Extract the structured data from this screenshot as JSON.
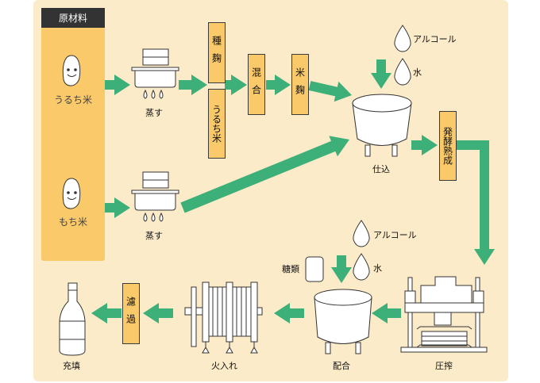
{
  "colors": {
    "panel": "#fcebc9",
    "box": "#f9c96a",
    "arrow": "#3daf78",
    "header": "#333333"
  },
  "raw_materials": {
    "header": "原材料",
    "items": [
      "うるち米",
      "もち米"
    ]
  },
  "steps": {
    "steam1": "蒸す",
    "steam2": "蒸す",
    "seed_koji": "種麹",
    "uruchi_rice": "うるち米",
    "mix": "混合",
    "rice_koji": "米麹",
    "shikomi": "仕込",
    "fermentation": "発酵熟成",
    "pressing": "圧搾",
    "blending": "配合",
    "pasteurize": "火入れ",
    "filtration": "濾過",
    "filling": "充填"
  },
  "additives": {
    "alcohol": "アルコール",
    "water": "水",
    "alcohol2": "アルコール",
    "water2": "水",
    "sugars": "糖類"
  }
}
